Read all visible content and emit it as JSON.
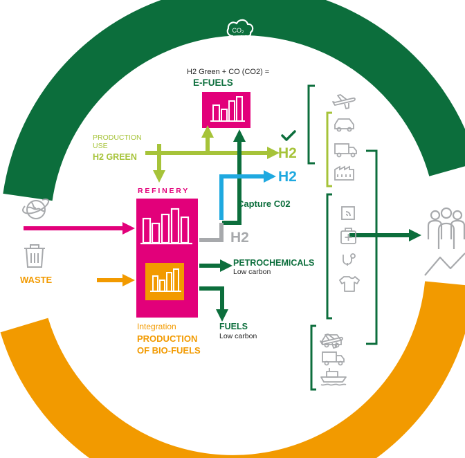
{
  "colors": {
    "dark_green": "#0c6e3c",
    "light_green": "#a6c339",
    "magenta": "#e2007a",
    "orange": "#f29a00",
    "cyan": "#1fa9e0",
    "gray": "#a7a9ac",
    "text_dark": "#222222"
  },
  "efuels": {
    "formula": "H2 Green + CO (CO2) =",
    "title": "E-FUELS"
  },
  "production": {
    "line1": "PRODUCTION",
    "line2": "USE",
    "line3": "H2 GREEN"
  },
  "refinery": {
    "label": "REFINERY"
  },
  "h2_green": {
    "label": "H2"
  },
  "h2_cyan": {
    "label": "H2"
  },
  "h2_gray": {
    "label": "H2"
  },
  "capture": {
    "label": "Capture C02"
  },
  "petrochemicals": {
    "title": "PETROCHEMICALS",
    "subtitle": "Low carbon"
  },
  "fuels": {
    "title": "FUELS",
    "subtitle": "Low carbon"
  },
  "integration": {
    "line1": "Integration",
    "line2": "PRODUCTION",
    "line3": "OF BIO-FUELS"
  },
  "waste": {
    "label": "WASTE"
  },
  "icons": {
    "top": "co2-icon",
    "bottom": "recycle-icon",
    "left_top": "globe-icon",
    "left_bottom": "trash-icon",
    "people": "people-icon",
    "bracket1": [
      "airplane-icon",
      "car-icon",
      "truck-icon",
      "factory-icon"
    ],
    "bracket2": [
      "tablet-icon",
      "medical-kit-icon",
      "stethoscope-icon",
      "tshirt-icon"
    ],
    "bracket3": [
      "airplane-icon",
      "car-icon",
      "truck-icon",
      "ship-icon"
    ]
  }
}
